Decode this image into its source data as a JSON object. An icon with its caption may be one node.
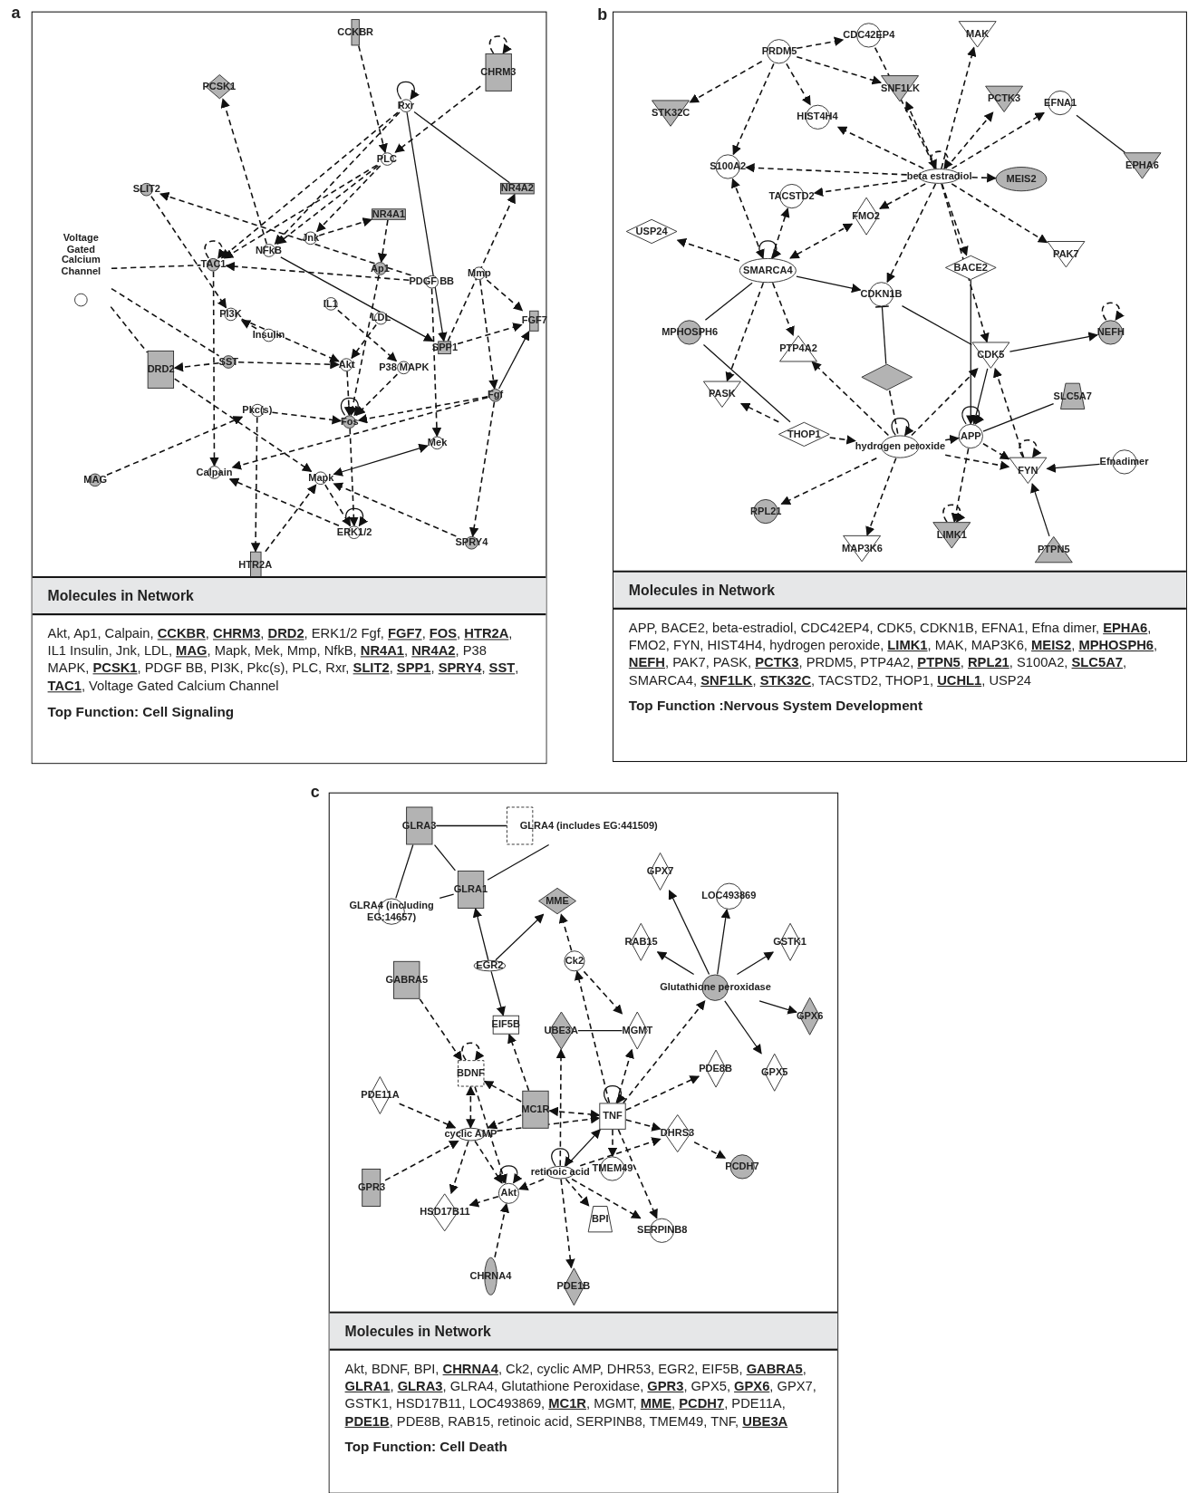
{
  "diagram": {
    "nodes": [
      {
        "text": [],
        "shape": "box"
      },
      {
        "text": [
          "CCKBR"
        ],
        "in": 0
      },
      {
        "text": [
          "CHRM3"
        ],
        "in": 0
      },
      {
        "text": [
          "PCSK1"
        ],
        "in": 0
      },
      {
        "text": [
          "Rxr"
        ],
        "in": 0
      },
      {
        "text": [
          "PLC"
        ],
        "in": 0
      },
      {
        "text": [
          "NR4A2"
        ],
        "in": 0
      },
      {
        "text": [
          "SLIT2"
        ],
        "in": 0
      },
      {
        "text": [
          "NR4A1"
        ],
        "in": 0
      },
      {
        "text": [
          "Voltage Gated Calcium Channel"
        ],
        "in": 0
      },
      {
        "text": [
          "NFkB"
        ],
        "in": 0
      },
      {
        "text": [
          "Jnk"
        ],
        "in": 0
      },
      {
        "text": [
          "TAC1"
        ],
        "in": 0
      },
      {
        "text": [
          "Ap1"
        ],
        "in": 0
      },
      {
        "text": [
          "PDGF BB"
        ],
        "in": 0
      },
      {
        "text": [
          "Mmp"
        ],
        "in": 0
      },
      {
        "text": [
          "IL1"
        ],
        "in": 0
      },
      {
        "text": [
          "FGF7"
        ],
        "in": 0
      },
      {
        "text": [
          "PI3K"
        ],
        "in": 0
      },
      {
        "text": [
          "LDL"
        ],
        "in": 0
      },
      {
        "text": [
          "Insulin"
        ],
        "in": 0
      },
      {
        "text": [
          "SPP1"
        ],
        "in": 0
      },
      {
        "text": [
          "SST"
        ],
        "in": 0
      },
      {
        "text": [
          "DRD2"
        ],
        "in": 0
      },
      {
        "text": [
          "Akt"
        ],
        "in": 0
      },
      {
        "text": [
          "P38 MAPK"
        ],
        "in": 0
      },
      {
        "text": [
          "Fgf"
        ],
        "in": 0
      },
      {
        "text": [
          "Pkc(s)"
        ],
        "in": 0
      },
      {
        "text": [
          "Fos"
        ],
        "in": 0
      },
      {
        "text": [
          "Mek"
        ],
        "in": 0
      },
      {
        "text": [
          "MAG"
        ],
        "in": 0
      },
      {
        "text": [
          "Calpain"
        ],
        "in": 0
      },
      {
        "text": [
          "Mapk"
        ],
        "in": 0
      },
      {
        "text": [
          "ERK1/2"
        ],
        "in": 0
      },
      {
        "text": [
          "SPRY4"
        ],
        "in": 0
      },
      {
        "text": [
          "HTR2A"
        ],
        "in": 0
      },
      {
        "text": [
          "Molecules in Network",
          "Akt, Ap1, Calpain, **CCKBR**, **CHRM3**, **DRD2**, ERK1/2 Fgf, **FGF7**, **FOS**, **HTR2A**, IL1 Insulin, Jnk, LDL, **MAG**, Mapk, Mek, Mmp, NfkB, **NR4A1**, **NR4A2**, P38 MAPK, **PCSK1**, PDGF BB, PI3K, Pkc(s), PLC, Rxr, **SLIT2**, **SPP1**, **SPRY4**, **SST**, **TAC1**, Voltage Gated Calcium Channel",
          "Top Function: Cell Signaling"
        ],
        "in": 0
      },
      {
        "text": [],
        "shape": "box"
      },
      {
        "text": [
          "PRDM5"
        ],
        "in": 37
      },
      {
        "text": [
          "CDC42EP4"
        ],
        "in": 37
      },
      {
        "text": [
          "MAK"
        ],
        "in": 37
      },
      {
        "text": [
          "STK32C"
        ],
        "in": 37
      },
      {
        "text": [
          "SNF1LK"
        ],
        "in": 37
      },
      {
        "text": [
          "PCTK3"
        ],
        "in": 37
      },
      {
        "text": [
          "EFNA1"
        ],
        "in": 37
      },
      {
        "text": [
          "HIST4H4"
        ],
        "in": 37
      },
      {
        "text": [
          "EPHA6"
        ],
        "in": 37
      },
      {
        "text": [
          "S100A2"
        ],
        "in": 37
      },
      {
        "text": [
          "beta estradiol"
        ],
        "in": 37
      },
      {
        "text": [
          "MEIS2"
        ],
        "in": 37
      },
      {
        "text": [
          "TACSTD2"
        ],
        "in": 37
      },
      {
        "text": [
          "FMO2"
        ],
        "in": 37
      },
      {
        "text": [
          "USP24"
        ],
        "in": 37
      },
      {
        "text": [
          "SMARCA4"
        ],
        "in": 37
      },
      {
        "text": [
          "PAK7"
        ],
        "in": 37
      },
      {
        "text": [
          "BACE2"
        ],
        "in": 37
      },
      {
        "text": [
          "CDKN1B"
        ],
        "in": 37
      },
      {
        "text": [
          "MPHOSPH6"
        ],
        "in": 37
      },
      {
        "text": [
          "NEFH"
        ],
        "in": 37
      },
      {
        "text": [
          "PTP4A2"
        ],
        "in": 37
      },
      {
        "text": [
          "CDK5"
        ],
        "in": 37
      },
      {
        "text": [],
        "shape": "diamond",
        "in": 37
      },
      {
        "text": [
          "PASK"
        ],
        "in": 37
      },
      {
        "text": [
          "SLC5A7"
        ],
        "in": 37
      },
      {
        "text": [
          "THOP1"
        ],
        "in": 37
      },
      {
        "text": [
          "hydrogen peroxide"
        ],
        "in": 37
      },
      {
        "text": [
          "APP"
        ],
        "in": 37
      },
      {
        "text": [
          "FYN"
        ],
        "in": 37
      },
      {
        "text": [
          "Efnadimer"
        ],
        "in": 37
      },
      {
        "text": [
          "RPL21"
        ],
        "in": 37
      },
      {
        "text": [
          "LIMK1"
        ],
        "in": 37
      },
      {
        "text": [
          "MAP3K6"
        ],
        "in": 37
      },
      {
        "text": [
          "PTPN5"
        ],
        "in": 37
      },
      {
        "text": [
          "Molecules in Network",
          "APP, BACE2, beta-estradiol, CDC42EP4, CDK5, CDKN1B, EFNA1, Efna dimer, **EPHA6**, FMO2, FYN, HIST4H4, hydrogen peroxide, **LIMK1**, MAK, MAP3K6, **MEIS2**, **MPHOSPH6**, **NEFH**, PAK7, PASK, **PCTK3**, PRDM5, PTP4A2, **PTPN5**, **RPL21**, S100A2, **SLC5A7**, SMARCA4, **SNF1LK**, **STK32C**, TACSTD2, THOP1, **UCHL1**, USP24",
          "Top Function :Nervous System Development"
        ],
        "in": 37
      },
      {
        "text": [],
        "shape": "box"
      },
      {
        "text": [
          "GLRA3"
        ],
        "in": 74
      },
      {
        "text": [
          "GLRA4 (includes EG:441509)"
        ],
        "in": 74
      },
      {
        "text": [
          "GLRA1"
        ],
        "in": 74
      },
      {
        "text": [
          "GLRA4 (including EG:14657)"
        ],
        "in": 74
      },
      {
        "text": [
          "MME"
        ],
        "in": 74
      },
      {
        "text": [
          "GPX7"
        ],
        "in": 74
      },
      {
        "text": [
          "LOC493869"
        ],
        "in": 74
      },
      {
        "text": [
          "Ck2"
        ],
        "in": 74
      },
      {
        "text": [
          "EGR2"
        ],
        "in": 74
      },
      {
        "text": [
          "RAB15"
        ],
        "in": 74
      },
      {
        "text": [
          "GSTK1"
        ],
        "in": 74
      },
      {
        "text": [
          "GABRA5"
        ],
        "in": 74
      },
      {
        "text": [
          "Glutathione peroxidase"
        ],
        "in": 74
      },
      {
        "text": [
          "GPX6"
        ],
        "in": 74
      },
      {
        "text": [
          "EIF5B"
        ],
        "in": 74
      },
      {
        "text": [
          "UBE3A"
        ],
        "in": 74
      },
      {
        "text": [
          "MGMT"
        ],
        "in": 74
      },
      {
        "text": [
          "PDE8B"
        ],
        "in": 74
      },
      {
        "text": [
          "GPX5"
        ],
        "in": 74
      },
      {
        "text": [
          "BDNF"
        ],
        "in": 74
      },
      {
        "text": [
          "PDE11A"
        ],
        "in": 74
      },
      {
        "text": [
          "MC1R"
        ],
        "in": 74
      },
      {
        "text": [
          "TNF"
        ],
        "in": 74
      },
      {
        "text": [
          "cyclic AMP"
        ],
        "in": 74
      },
      {
        "text": [
          "DHRS3"
        ],
        "in": 74
      },
      {
        "text": [
          "retinoic acid"
        ],
        "in": 74
      },
      {
        "text": [
          "TMEM49"
        ],
        "in": 74
      },
      {
        "text": [
          "PCDH7"
        ],
        "in": 74
      },
      {
        "text": [
          "GPR3"
        ],
        "in": 74
      },
      {
        "text": [
          "Akt"
        ],
        "in": 74
      },
      {
        "text": [
          "HSD17B11"
        ],
        "in": 74
      },
      {
        "text": [
          "BPI"
        ],
        "in": 74
      },
      {
        "text": [
          "SERPINB8"
        ],
        "in": 74
      },
      {
        "text": [
          "CHRNA4"
        ],
        "in": 74
      },
      {
        "text": [
          "PDE1B"
        ],
        "in": 74
      },
      {
        "text": [
          "Molecules in Network",
          "Akt, BDNF, BPI, **CHRNA4**, Ck2, cyclic AMP, DHR53, EGR2, EIF5B, **GABRA5**, **GLRA1**, **GLRA3**, GLRA4, Glutathione Peroxidase, **GPR3**, GPX5, **GPX6**, GPX7, GSTK1, HSD17B11, LOC493869, **MC1R**, MGMT, **MME**, **PCDH7**, PDE11A, **PDE1B**, PDE8B, RAB15, retinoic acid, SERPINB8, TMEM49, TNF, **UBE3A**",
          "Top Function: Cell Death"
        ],
        "in": 74
      }
    ],
    "edges": [
      {
        "from": 1,
        "to": 5,
        "arrow": "to",
        "style": "dashed"
      },
      {
        "from": 2,
        "to": 2,
        "arrow": "to",
        "style": "dashed"
      },
      {
        "from": 2,
        "to": 5,
        "arrow": "to",
        "style": "dashed"
      },
      {
        "from": 4,
        "to": 4,
        "arrow": "to"
      },
      {
        "from": 4,
        "to": 6,
        "arrow": "none"
      },
      {
        "from": 4,
        "to": 21,
        "arrow": "to"
      },
      {
        "from": 10,
        "to": 3,
        "arrow": "to",
        "style": "dashed"
      },
      {
        "from": 7,
        "to": 18,
        "arrow": "to",
        "style": "dashed"
      },
      {
        "from": 14,
        "to": 7,
        "arrow": "to",
        "style": "dashed"
      },
      {
        "from": 9,
        "to": 12,
        "arrow": "none",
        "style": "dashed"
      },
      {
        "from": 9,
        "to": 23,
        "arrow": "none",
        "style": "dashed"
      },
      {
        "from": 9,
        "to": 22,
        "arrow": "none",
        "style": "dashed"
      },
      {
        "from": 12,
        "to": 12,
        "arrow": "to",
        "style": "dashed"
      },
      {
        "from": 12,
        "to": 31,
        "arrow": "to",
        "style": "dashed"
      },
      {
        "from": 10,
        "to": 21,
        "arrow": "to"
      },
      {
        "from": 29,
        "to": 32,
        "arrow": "both"
      },
      {
        "from": 26,
        "to": 17,
        "arrow": "to"
      },
      {
        "from": 26,
        "to": 34,
        "arrow": "to",
        "style": "dashed"
      },
      {
        "from": 30,
        "to": 27,
        "arrow": "to",
        "style": "dashed"
      },
      {
        "from": 27,
        "to": 35,
        "arrow": "to",
        "style": "dashed"
      },
      {
        "from": 35,
        "to": 32,
        "arrow": "to",
        "style": "dashed"
      },
      {
        "from": 34,
        "to": 32,
        "arrow": "to",
        "style": "dashed"
      },
      {
        "from": 33,
        "to": 31,
        "arrow": "to",
        "style": "dashed"
      },
      {
        "from": 33,
        "to": 33,
        "arrow": "to"
      },
      {
        "from": 28,
        "to": 28,
        "arrow": "to"
      },
      {
        "from": 22,
        "to": 23,
        "arrow": "to",
        "style": "dashed"
      },
      {
        "from": 22,
        "to": 24,
        "arrow": "to",
        "style": "dashed"
      },
      {
        "from": 5,
        "to": 10,
        "arrow": "to",
        "style": "dashed"
      },
      {
        "from": 5,
        "to": 12,
        "arrow": "to",
        "style": "dashed"
      },
      {
        "from": 5,
        "to": 11,
        "arrow": "to",
        "style": "dashed"
      },
      {
        "from": 4,
        "to": 12,
        "arrow": "to",
        "style": "dashed"
      },
      {
        "from": 4,
        "to": 10,
        "arrow": "to",
        "style": "dashed"
      },
      {
        "from": 11,
        "to": 8,
        "arrow": "to",
        "style": "dashed"
      },
      {
        "from": 8,
        "to": 13,
        "arrow": "to",
        "style": "dashed"
      },
      {
        "from": 15,
        "to": 17,
        "arrow": "to",
        "style": "dashed"
      },
      {
        "from": 15,
        "to": 26,
        "arrow": "to",
        "style": "dashed"
      },
      {
        "from": 21,
        "to": 6,
        "arrow": "to",
        "style": "dashed"
      },
      {
        "from": 21,
        "to": 17,
        "arrow": "to",
        "style": "dashed"
      },
      {
        "from": 14,
        "to": 29,
        "arrow": "to",
        "style": "dashed"
      },
      {
        "from": 18,
        "to": 24,
        "arrow": "to",
        "style": "dashed"
      },
      {
        "from": 20,
        "to": 18,
        "arrow": "to",
        "style": "dashed"
      },
      {
        "from": 16,
        "to": 25,
        "arrow": "to",
        "style": "dashed"
      },
      {
        "from": 19,
        "to": 24,
        "arrow": "to",
        "style": "dashed"
      },
      {
        "from": 27,
        "to": 28,
        "arrow": "to",
        "style": "dashed"
      },
      {
        "from": 24,
        "to": 28,
        "arrow": "to",
        "style": "dashed"
      },
      {
        "from": 25,
        "to": 28,
        "arrow": "to",
        "style": "dashed"
      },
      {
        "from": 13,
        "to": 28,
        "arrow": "to",
        "style": "dashed"
      },
      {
        "from": 32,
        "to": 33,
        "arrow": "to",
        "style": "dashed"
      },
      {
        "from": 28,
        "to": 33,
        "arrow": "to",
        "style": "dashed"
      },
      {
        "from": 26,
        "to": 28,
        "arrow": "to",
        "style": "dashed"
      },
      {
        "from": 14,
        "to": 12,
        "arrow": "to",
        "style": "dashed"
      },
      {
        "from": 23,
        "to": 32,
        "arrow": "to",
        "style": "dashed"
      },
      {
        "from": 26,
        "to": 31,
        "arrow": "to",
        "style": "dashed"
      },
      {
        "from": 38,
        "to": 39,
        "arrow": "to",
        "style": "dashed"
      },
      {
        "from": 38,
        "to": 42,
        "arrow": "to",
        "style": "dashed"
      },
      {
        "from": 38,
        "to": 41,
        "arrow": "to",
        "style": "dashed"
      },
      {
        "from": 38,
        "to": 45,
        "arrow": "to",
        "style": "dashed"
      },
      {
        "from": 38,
        "to": 47,
        "arrow": "to",
        "style": "dashed"
      },
      {
        "from": 39,
        "to": 48,
        "arrow": "none",
        "style": "dashed"
      },
      {
        "from": 48,
        "to": 40,
        "arrow": "to",
        "style": "dashed"
      },
      {
        "from": 48,
        "to": 42,
        "arrow": "both",
        "style": "dashed"
      },
      {
        "from": 48,
        "to": 43,
        "arrow": "to",
        "style": "dashed"
      },
      {
        "from": 48,
        "to": 44,
        "arrow": "to",
        "style": "dashed"
      },
      {
        "from": 48,
        "to": 45,
        "arrow": "to",
        "style": "dashed"
      },
      {
        "from": 48,
        "to": 47,
        "arrow": "to",
        "style": "dashed"
      },
      {
        "from": 48,
        "to": 50,
        "arrow": "to",
        "style": "dashed"
      },
      {
        "from": 48,
        "to": 51,
        "arrow": "to",
        "style": "dashed"
      },
      {
        "from": 48,
        "to": 49,
        "arrow": "to",
        "style": "dashed"
      },
      {
        "from": 48,
        "to": 54,
        "arrow": "to",
        "style": "dashed"
      },
      {
        "from": 48,
        "to": 55,
        "arrow": "to",
        "style": "dashed"
      },
      {
        "from": 48,
        "to": 56,
        "arrow": "to",
        "style": "dashed"
      },
      {
        "from": 48,
        "to": 60,
        "arrow": "to",
        "style": "dashed"
      },
      {
        "from": 48,
        "to": 48,
        "arrow": "to",
        "style": "dashed"
      },
      {
        "from": 44,
        "to": 46,
        "arrow": "none"
      },
      {
        "from": 47,
        "to": 53,
        "arrow": "both",
        "style": "dashed"
      },
      {
        "from": 53,
        "to": 50,
        "arrow": "to",
        "style": "dashed"
      },
      {
        "from": 53,
        "to": 53,
        "arrow": "to"
      },
      {
        "from": 51,
        "to": 53,
        "arrow": "both",
        "style": "dashed"
      },
      {
        "from": 53,
        "to": 52,
        "arrow": "to",
        "style": "dashed"
      },
      {
        "from": 53,
        "to": 56,
        "arrow": "to"
      },
      {
        "from": 53,
        "to": 57,
        "arrow": "none"
      },
      {
        "from": 53,
        "to": 59,
        "arrow": "to",
        "style": "dashed"
      },
      {
        "from": 53,
        "to": 62,
        "arrow": "to",
        "style": "dashed"
      },
      {
        "from": 56,
        "to": 60,
        "arrow": "none"
      },
      {
        "from": 61,
        "to": 56,
        "arrow": "other"
      },
      {
        "from": 61,
        "to": 65,
        "arrow": "none",
        "style": "dashed"
      },
      {
        "from": 57,
        "to": 64,
        "arrow": "none"
      },
      {
        "from": 64,
        "to": 62,
        "arrow": "to",
        "style": "dashed"
      },
      {
        "from": 64,
        "to": 65,
        "arrow": "to",
        "style": "dashed"
      },
      {
        "from": 65,
        "to": 65,
        "arrow": "to"
      },
      {
        "from": 65,
        "to": 59,
        "arrow": "to",
        "style": "dashed"
      },
      {
        "from": 65,
        "to": 66,
        "arrow": "to",
        "style": "dashed"
      },
      {
        "from": 65,
        "to": 60,
        "arrow": "to",
        "style": "dashed"
      },
      {
        "from": 65,
        "to": 67,
        "arrow": "to",
        "style": "dashed"
      },
      {
        "from": 65,
        "to": 69,
        "arrow": "to",
        "style": "dashed"
      },
      {
        "from": 65,
        "to": 71,
        "arrow": "to",
        "style": "dashed"
      },
      {
        "from": 55,
        "to": 66,
        "arrow": "to"
      },
      {
        "from": 60,
        "to": 58,
        "arrow": "to"
      },
      {
        "from": 58,
        "to": 58,
        "arrow": "to",
        "style": "dashed"
      },
      {
        "from": 60,
        "to": 66,
        "arrow": "to"
      },
      {
        "from": 66,
        "to": 66,
        "arrow": "to"
      },
      {
        "from": 66,
        "to": 63,
        "arrow": "none"
      },
      {
        "from": 66,
        "to": 67,
        "arrow": "to",
        "style": "dashed"
      },
      {
        "from": 66,
        "to": 70,
        "arrow": "to",
        "style": "dashed"
      },
      {
        "from": 70,
        "to": 70,
        "arrow": "to",
        "style": "dashed"
      },
      {
        "from": 67,
        "to": 60,
        "arrow": "to",
        "style": "dashed"
      },
      {
        "from": 67,
        "to": 67,
        "arrow": "to",
        "style": "dashed"
      },
      {
        "from": 68,
        "to": 67,
        "arrow": "to"
      },
      {
        "from": 72,
        "to": 67,
        "arrow": "to"
      },
      {
        "from": 75,
        "to": 76,
        "arrow": "none"
      },
      {
        "from": 75,
        "to": 77,
        "arrow": "none"
      },
      {
        "from": 76,
        "to": 77,
        "arrow": "none"
      },
      {
        "from": 75,
        "to": 78,
        "arrow": "none"
      },
      {
        "from": 78,
        "to": 77,
        "arrow": "none"
      },
      {
        "from": 83,
        "to": 77,
        "arrow": "to"
      },
      {
        "from": 83,
        "to": 79,
        "arrow": "to"
      },
      {
        "from": 83,
        "to": 89,
        "arrow": "to"
      },
      {
        "from": 82,
        "to": 79,
        "arrow": "to",
        "style": "dashed"
      },
      {
        "from": 82,
        "to": 91,
        "arrow": "to",
        "style": "dashed"
      },
      {
        "from": 97,
        "to": 82,
        "arrow": "to",
        "style": "dashed"
      },
      {
        "from": 87,
        "to": 80,
        "arrow": "to"
      },
      {
        "from": 87,
        "to": 81,
        "arrow": "to"
      },
      {
        "from": 87,
        "to": 84,
        "arrow": "to"
      },
      {
        "from": 87,
        "to": 85,
        "arrow": "to"
      },
      {
        "from": 87,
        "to": 88,
        "arrow": "to"
      },
      {
        "from": 87,
        "to": 93,
        "arrow": "to"
      },
      {
        "from": 97,
        "to": 87,
        "arrow": "to",
        "style": "dashed"
      },
      {
        "from": 90,
        "to": 91,
        "arrow": "none"
      },
      {
        "from": 97,
        "to": 91,
        "arrow": "to",
        "style": "dashed"
      },
      {
        "from": 97,
        "to": 92,
        "arrow": "to",
        "style": "dashed"
      },
      {
        "from": 97,
        "to": 99,
        "arrow": "to",
        "style": "dashed"
      },
      {
        "from": 99,
        "to": 102,
        "arrow": "to",
        "style": "dashed"
      },
      {
        "from": 97,
        "to": 97,
        "arrow": "to"
      },
      {
        "from": 86,
        "to": 94,
        "arrow": "to",
        "style": "dashed"
      },
      {
        "from": 94,
        "to": 94,
        "arrow": "to",
        "style": "dashed"
      },
      {
        "from": 96,
        "to": 94,
        "arrow": "to",
        "style": "dashed"
      },
      {
        "from": 96,
        "to": 89,
        "arrow": "to",
        "style": "dashed"
      },
      {
        "from": 96,
        "to": 97,
        "arrow": "both",
        "style": "dashed"
      },
      {
        "from": 96,
        "to": 98,
        "arrow": "to",
        "style": "dashed"
      },
      {
        "from": 95,
        "to": 98,
        "arrow": "to",
        "style": "dashed"
      },
      {
        "from": 103,
        "to": 98,
        "arrow": "to",
        "style": "dashed"
      },
      {
        "from": 94,
        "to": 98,
        "arrow": "both",
        "style": "dashed"
      },
      {
        "from": 94,
        "to": 104,
        "arrow": "to",
        "style": "dashed"
      },
      {
        "from": 98,
        "to": 105,
        "arrow": "to",
        "style": "dashed"
      },
      {
        "from": 98,
        "to": 104,
        "arrow": "to",
        "style": "dashed"
      },
      {
        "from": 98,
        "to": 97,
        "arrow": "to",
        "style": "dashed"
      },
      {
        "from": 104,
        "to": 104,
        "arrow": "to"
      },
      {
        "from": 104,
        "to": 105,
        "arrow": "to",
        "style": "dashed"
      },
      {
        "from": 108,
        "to": 104,
        "arrow": "to",
        "style": "dashed"
      },
      {
        "from": 100,
        "to": 104,
        "arrow": "to",
        "style": "dashed"
      },
      {
        "from": 100,
        "to": 97,
        "arrow": "to"
      },
      {
        "from": 100,
        "to": 90,
        "arrow": "to",
        "style": "dashed"
      },
      {
        "from": 100,
        "to": 109,
        "arrow": "to",
        "style": "dashed"
      },
      {
        "from": 100,
        "to": 106,
        "arrow": "to",
        "style": "dashed"
      },
      {
        "from": 100,
        "to": 107,
        "arrow": "to",
        "style": "dashed"
      },
      {
        "from": 100,
        "to": 99,
        "arrow": "to",
        "style": "dashed"
      },
      {
        "from": 100,
        "to": 100,
        "arrow": "to"
      },
      {
        "from": 97,
        "to": 101,
        "arrow": "to",
        "style": "dashed"
      },
      {
        "from": 97,
        "to": 107,
        "arrow": "to",
        "style": "dashed"
      }
    ],
    "labels": [
      "a",
      "b",
      "c"
    ]
  }
}
